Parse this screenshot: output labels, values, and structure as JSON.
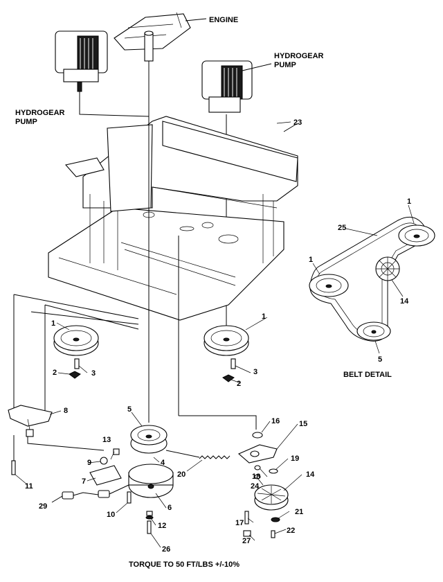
{
  "labels": {
    "engine": "ENGINE",
    "hydrogear_left_1": "HYDROGEAR",
    "hydrogear_left_2": "PUMP",
    "hydrogear_right_1": "HYDROGEAR",
    "hydrogear_right_2": "PUMP",
    "belt_detail": "BELT DETAIL",
    "torque_note": "TORQUE TO 50 FT/LBS +/-10%"
  },
  "callouts": {
    "c1a": "1",
    "c1b": "1",
    "c1c": "1",
    "c1d": "1",
    "c2a": "2",
    "c2b": "2",
    "c3a": "3",
    "c3b": "3",
    "c4": "4",
    "c5a": "5",
    "c5b": "5",
    "c6": "6",
    "c7": "7",
    "c8": "8",
    "c9": "9",
    "c10": "10",
    "c11": "11",
    "c12": "12",
    "c13": "13",
    "c14a": "14",
    "c14b": "14",
    "c15": "15",
    "c16": "16",
    "c17": "17",
    "c18": "18",
    "c19": "19",
    "c20": "20",
    "c21": "21",
    "c22": "22",
    "c23": "23",
    "c24": "24",
    "c25": "25",
    "c26": "26",
    "c27": "27",
    "c29": "29"
  }
}
